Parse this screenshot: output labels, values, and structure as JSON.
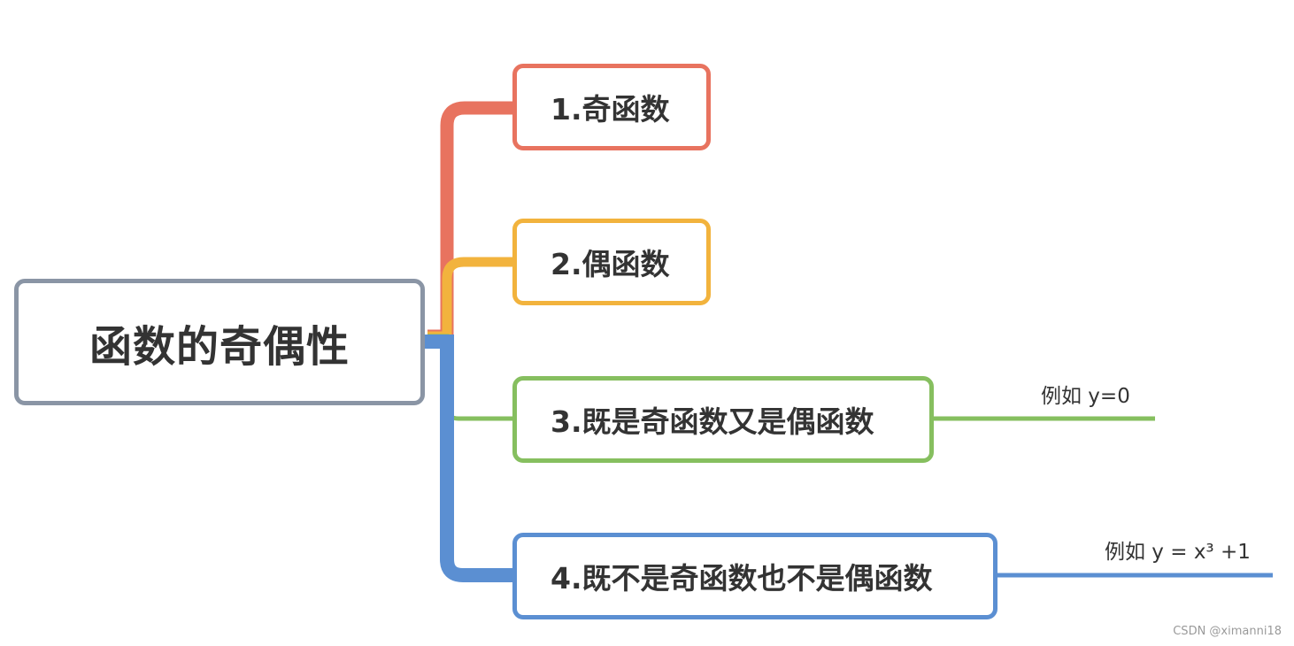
{
  "root": {
    "label": "函数的奇偶性",
    "border_color": "#8a95a5"
  },
  "branches": [
    {
      "label": "1.奇函数",
      "color": "#e8735f"
    },
    {
      "label": "2.偶函数",
      "color": "#f2b33d"
    },
    {
      "label": "3.既是奇函数又是偶函数",
      "color": "#86bf5f",
      "note": "例如 y=0"
    },
    {
      "label": "4.既不是奇函数也不是偶函数",
      "color": "#5b8fd2",
      "note": "例如 y = x³ +1"
    }
  ],
  "watermark": "CSDN @ximanni18"
}
